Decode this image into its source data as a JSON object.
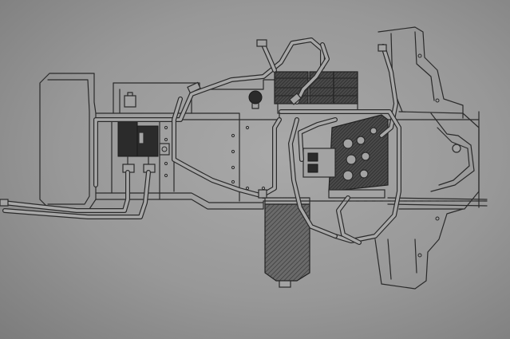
{
  "figure": {
    "subject": "hydraulic-system-line-drawing",
    "colors": {
      "paper": "#a9a9a9",
      "ink": "#2a2a2a",
      "shadow": "#7c7c7c"
    },
    "parts": [
      {
        "id": "frame",
        "icon": "chassis-frame-icon"
      },
      {
        "id": "front-axle",
        "icon": "axle-icon"
      },
      {
        "id": "pump-block",
        "icon": "pump-icon"
      },
      {
        "id": "filter-tank",
        "icon": "tank-icon"
      },
      {
        "id": "valve-stack",
        "icon": "valve-icon"
      },
      {
        "id": "control-block",
        "icon": "control-block-icon"
      },
      {
        "id": "rear-wheels",
        "icon": "wheel-icon"
      },
      {
        "id": "hydraulic-lines",
        "icon": "pipe-icon"
      }
    ]
  }
}
